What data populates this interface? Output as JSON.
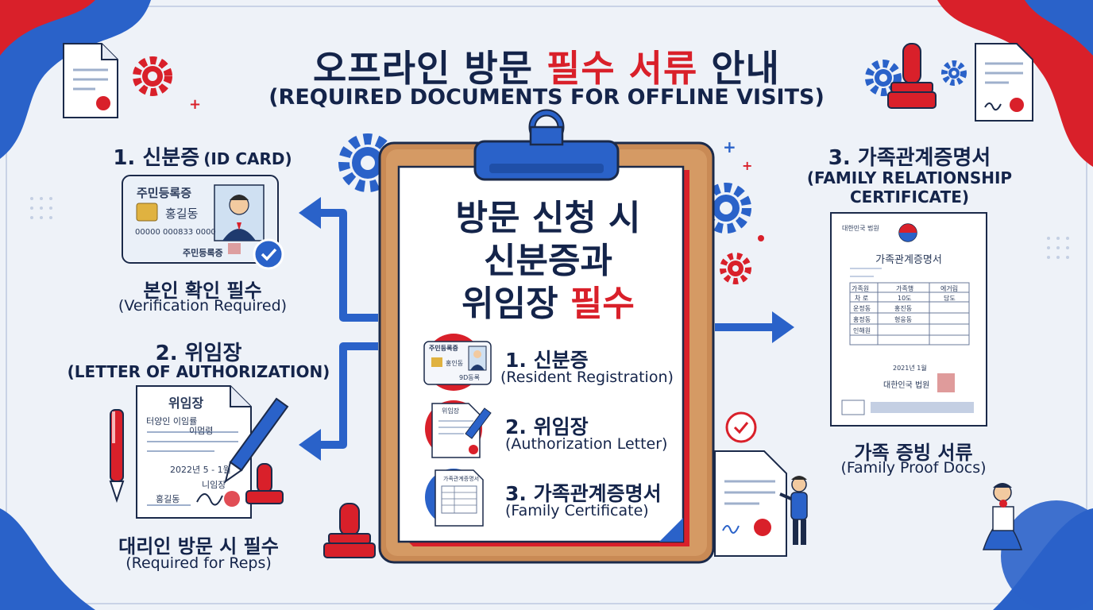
{
  "header": {
    "title_part1": "오프라인 방문 ",
    "title_red": "필수 서류",
    "title_part2": " 안내",
    "subtitle": "(REQUIRED DOCUMENTS FOR OFFLINE VISITS)"
  },
  "section_id": {
    "heading": "1. 신분증",
    "heading_en": "(ID CARD)",
    "card_title": "주민등록증",
    "card_name": "홍길동",
    "card_number": "00000 000833 0000",
    "card_footer": "주민등록증",
    "caption_ko": "본인 확인 필수",
    "caption_en": "(Verification Required)"
  },
  "section_letter": {
    "heading": "2. 위임장",
    "heading_en": "(LETTER OF AUTHORIZATION)",
    "doc_title": "위임장",
    "doc_line1": "터양인 이임률",
    "doc_line2": "이멈령",
    "doc_date": "2022년  5 - 1월",
    "doc_sign_label": "니임장",
    "doc_name": "홍길동",
    "caption_ko": "대리인 방문 시 필수",
    "caption_en": "(Required for Reps)"
  },
  "section_family": {
    "heading": "3. 가족관계증명서",
    "heading_en_line1": "(FAMILY RELATIONSHIP",
    "heading_en_line2": "CERTIFICATE)",
    "doc_court": "대한민국 법원",
    "doc_title": "가족관계증명서",
    "table_headers": [
      "가족원",
      "가족행",
      "에거림"
    ],
    "table_rows": [
      [
        "차 로",
        "10도",
        "담도"
      ],
      [
        "운정동",
        "홍진동",
        ""
      ],
      [
        "홍정동",
        "형웅동",
        ""
      ],
      [
        "인해원",
        "",
        ""
      ]
    ],
    "doc_date": "2021년   1월",
    "doc_issuer": "대한인국 법원",
    "caption_ko": "가족 증빙 서류",
    "caption_en": "(Family Proof Docs)"
  },
  "clipboard": {
    "title_line1": "방문 신청 시",
    "title_line2": "신분증과",
    "title_line3_a": "위임장 ",
    "title_line3_red": "필수",
    "items": [
      {
        "ko": "1. 신분증",
        "en": "(Resident Registration)",
        "thumb_title": "주민등록증",
        "thumb_name": "홍인동",
        "thumb_footer": "9D동록"
      },
      {
        "ko": "2. 위임장",
        "en": "(Authorization Letter)",
        "thumb_title": "위임장"
      },
      {
        "ko": "3. 가족관계증명서",
        "en": "(Family Certificate)",
        "thumb_title": "가족관계증명서"
      }
    ]
  },
  "colors": {
    "navy": "#14244a",
    "red": "#d9202a",
    "blue": "#2a62c9",
    "wood": "#c98a55",
    "background": "#eef2f8"
  },
  "icons": [
    "gear-icon",
    "document-icon",
    "stamp-icon",
    "pen-icon",
    "check-badge-icon",
    "arrow-icon",
    "clipboard-icon",
    "person-icon"
  ]
}
